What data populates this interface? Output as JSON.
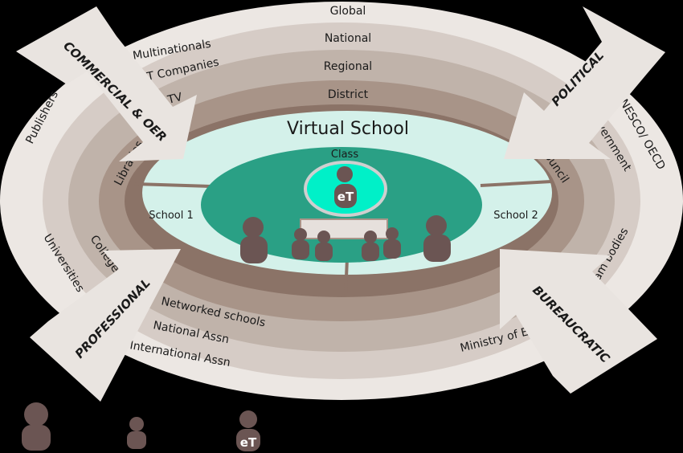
{
  "rings": {
    "global": "Global",
    "national": "National",
    "regional": "Regional",
    "district": "District"
  },
  "center": {
    "title": "Virtual School",
    "class": "Class",
    "school1": "School 1",
    "school2": "School 2",
    "teacher_badge": "eT"
  },
  "commercial": {
    "arrow": "COMMERCIAL & OER",
    "items": [
      "Multinationals",
      "IT Companies",
      "TV",
      "Publishers",
      "Libraries"
    ]
  },
  "political": {
    "arrow": "POLITICAL",
    "items": [
      "UNESCO/ OECD",
      "Government",
      "Council"
    ]
  },
  "professional": {
    "arrow": "PROFESSIONAL",
    "items": [
      "Universities",
      "Colleges",
      "Networked schools",
      "National Assn",
      "International Assn"
    ]
  },
  "bureaucratic": {
    "arrow": "BUREAUCRATIC",
    "items": [
      "Exam bodies",
      "Ministry of Ed."
    ]
  },
  "legend": {
    "teacher_badge": "eT"
  },
  "colors": {
    "outer_ring": "#ece7e3",
    "ring_global": "#d6ccc6",
    "ring_national": "#c0b3aa",
    "ring_regional": "#a89488",
    "ring_district": "#8b7367",
    "school_zone": "#d4f1ea",
    "class_zone": "#2aa085",
    "teacher_glow": "#00f0c8",
    "person": "#6b5553",
    "arrow": "#e9e4e0"
  }
}
